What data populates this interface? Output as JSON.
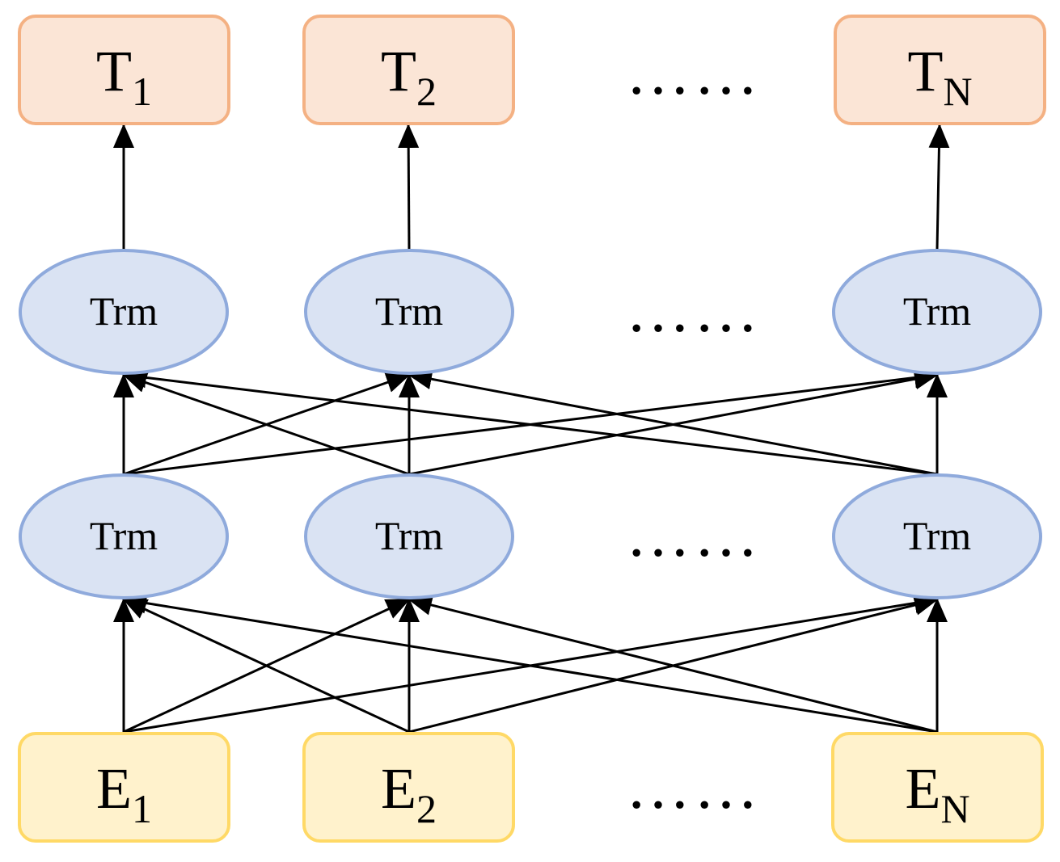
{
  "colors": {
    "output_fill": "#fbe5d6",
    "output_stroke": "#f4b183",
    "input_fill": "#fff2cc",
    "input_stroke": "#ffd966",
    "trm_fill": "#dae3f3",
    "trm_stroke": "#8faadc",
    "arrow": "#000000"
  },
  "outputs": [
    {
      "main": "T",
      "sub": "1"
    },
    {
      "main": "T",
      "sub": "2"
    },
    {
      "main": "T",
      "sub": "N"
    }
  ],
  "inputs": [
    {
      "main": "E",
      "sub": "1"
    },
    {
      "main": "E",
      "sub": "2"
    },
    {
      "main": "E",
      "sub": "N"
    }
  ],
  "layers": [
    {
      "nodes": [
        "Trm",
        "Trm",
        "Trm"
      ]
    },
    {
      "nodes": [
        "Trm",
        "Trm",
        "Trm"
      ]
    }
  ],
  "ellipsis": "……"
}
